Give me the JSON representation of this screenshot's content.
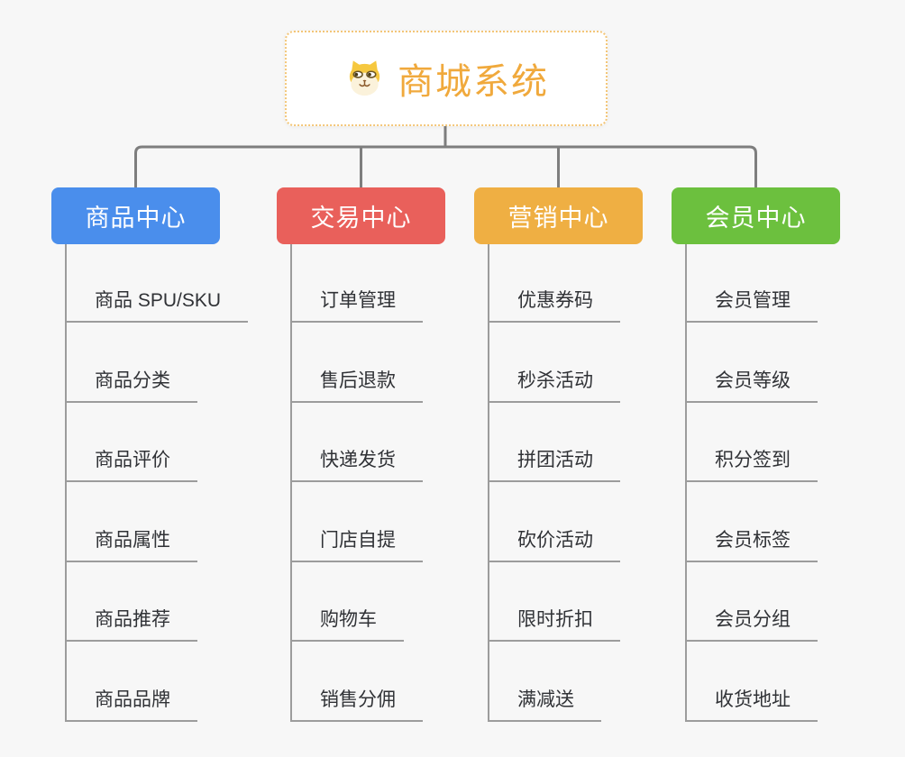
{
  "app": {
    "background": "#F7F7F7"
  },
  "root": {
    "title": "商城系统",
    "icon": "shiba-dog-icon",
    "title_color": "#F0A93C",
    "border_color": "#F3C678",
    "fill": "#FFFFFF"
  },
  "connectors": {
    "trunk_color": "#7E7E7E",
    "leaf_line_color": "#9C9C9C"
  },
  "leaf_text_color": "#303236",
  "branches": [
    {
      "label": "商品中心",
      "color": "#4A8EEC",
      "text_color": "#FFFFFF",
      "items": [
        "商品 SPU/SKU",
        "商品分类",
        "商品评价",
        "商品属性",
        "商品推荐",
        "商品品牌"
      ]
    },
    {
      "label": "交易中心",
      "color": "#E9605B",
      "text_color": "#FFFFFF",
      "items": [
        "订单管理",
        "售后退款",
        "快递发货",
        "门店自提",
        "购物车",
        "销售分佣"
      ]
    },
    {
      "label": "营销中心",
      "color": "#EFAF43",
      "text_color": "#FFFFFF",
      "items": [
        "优惠券码",
        "秒杀活动",
        "拼团活动",
        "砍价活动",
        "限时折扣",
        "满减送"
      ]
    },
    {
      "label": "会员中心",
      "color": "#6CC03E",
      "text_color": "#FFFFFF",
      "items": [
        "会员管理",
        "会员等级",
        "积分签到",
        "会员标签",
        "会员分组",
        "收货地址"
      ]
    }
  ]
}
